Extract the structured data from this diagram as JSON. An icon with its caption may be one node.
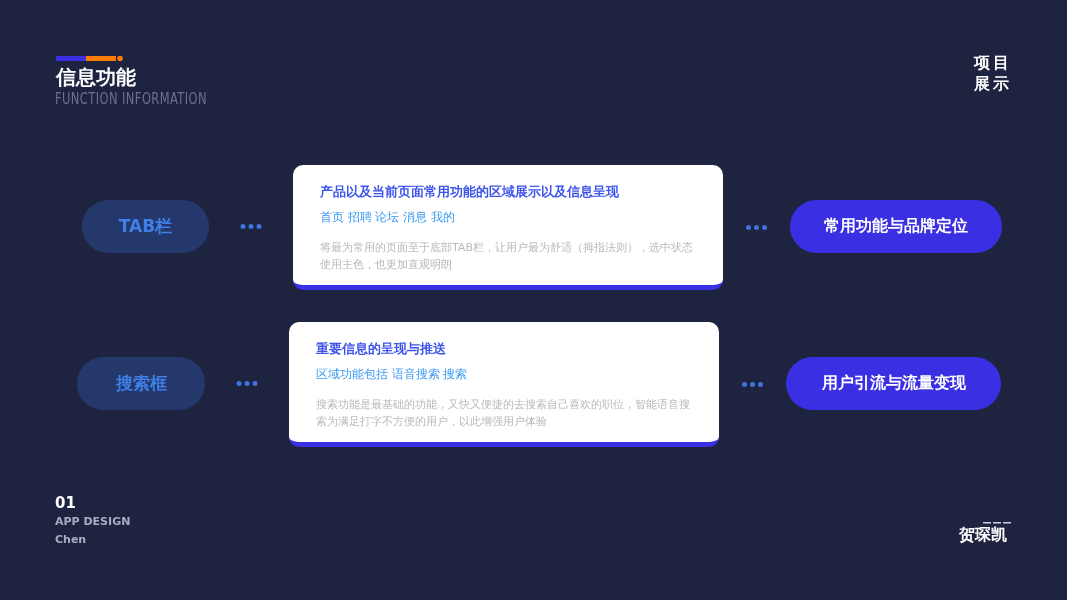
{
  "diagram": {
    "title": "信息功能",
    "nodes": [
      {
        "text": [
          "TAB栏"
        ]
      },
      {
        "text": [
          "产品以及当前页面常用功能的区域展示以及信息呈现",
          "首页 招聘 论坛 消息 我的",
          "将最为常用的页面至于底部TAB栏，让用户最为舒适（拇指法则），选中状态使用主色，也更加直观明朗"
        ]
      },
      {
        "text": [
          "常用功能与品牌定位"
        ]
      },
      {
        "text": [
          "搜索框"
        ]
      },
      {
        "text": [
          "重要信息的呈现与推送",
          "区域功能包括 语音搜索 搜索",
          "搜索功能是最基础的功能，又快又便捷的去搜索自己喜欢的职位，智能语音搜索为满足打字不方便的用户，以此增强用户体验"
        ]
      },
      {
        "text": [
          "用户引流与流量变现"
        ]
      }
    ],
    "edges": [
      {
        "from": 0,
        "to": 1,
        "arrow": "none",
        "style": "dashed"
      },
      {
        "from": 1,
        "to": 2,
        "arrow": "none",
        "style": "dashed"
      },
      {
        "from": 3,
        "to": 4,
        "arrow": "none",
        "style": "dashed"
      },
      {
        "from": 4,
        "to": 5,
        "arrow": "none",
        "style": "dashed"
      }
    ],
    "labels": [
      "FUNCTION INFORMATION",
      "项目展示",
      "01",
      "APP DESIGN",
      "Chen",
      "贺琛凯"
    ]
  }
}
